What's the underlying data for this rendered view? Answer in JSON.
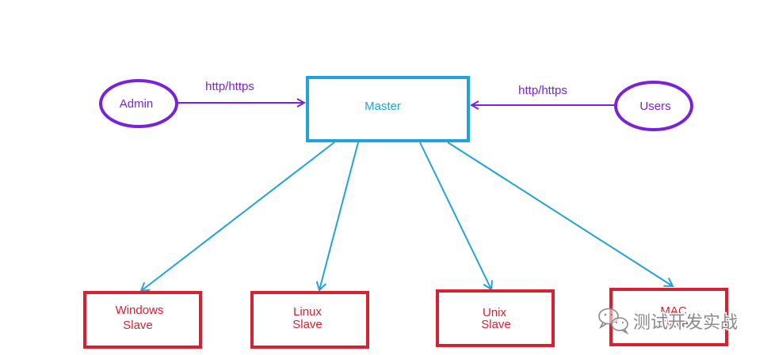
{
  "colors": {
    "purple": "#7a22d6",
    "blue": "#20a3d8",
    "red": "#d9202e",
    "watermark": "#8a8a8a"
  },
  "nodes": {
    "admin": {
      "label": "Admin"
    },
    "users": {
      "label": "Users"
    },
    "master": {
      "label": "Master"
    },
    "windows": {
      "line1": "Windows",
      "line2": "Slave"
    },
    "linux": {
      "line1": "Linux",
      "line2": "Slave"
    },
    "unix": {
      "line1": "Unix",
      "line2": "Slave"
    },
    "mac": {
      "line1": "MAC",
      "line2": "Slave"
    }
  },
  "edges": {
    "admin_to_master": {
      "label": "http/https"
    },
    "users_to_master": {
      "label": "http/https"
    }
  },
  "watermark": {
    "text": "测试开发实战",
    "icon": "wechat-icon"
  }
}
